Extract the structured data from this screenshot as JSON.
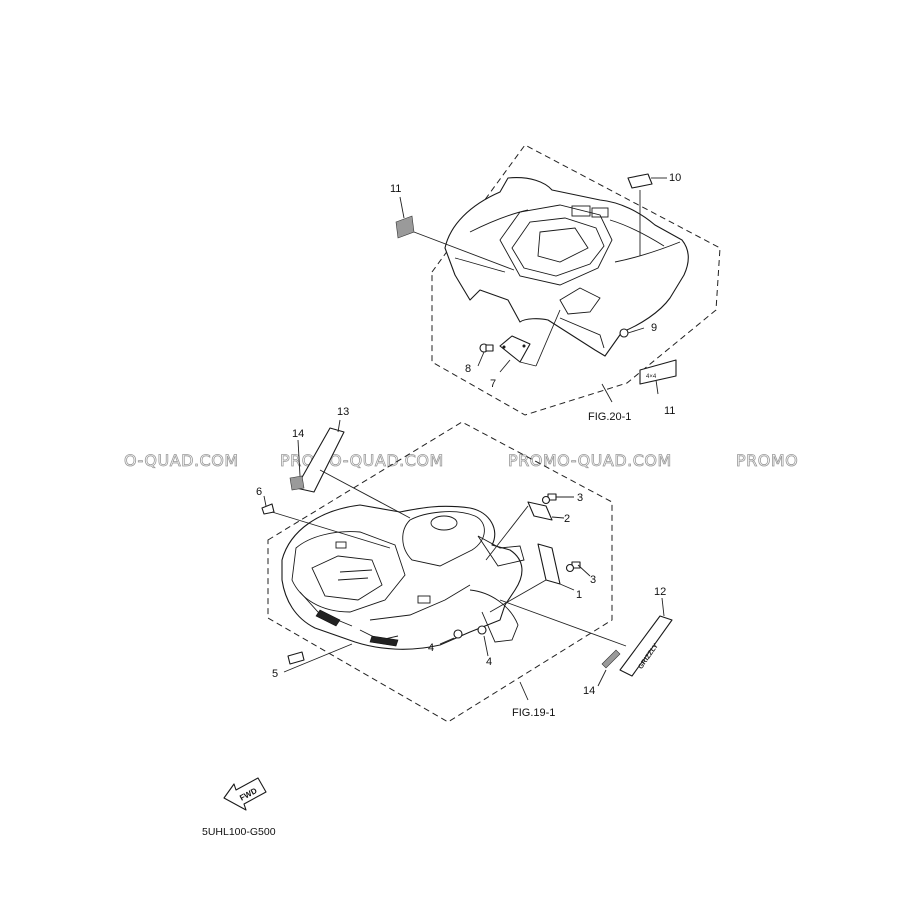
{
  "watermark": {
    "items": [
      "O-QUAD.COM",
      "PROMO-QUAD.COM",
      "PROMO-QUAD.COM",
      "PROMO"
    ]
  },
  "callouts": {
    "c1": "1",
    "c2": "2",
    "c3a": "3",
    "c3b": "3",
    "c4a": "4",
    "c4b": "4",
    "c5": "5",
    "c6": "6",
    "c7": "7",
    "c8": "8",
    "c9": "9",
    "c10": "10",
    "c11a": "11",
    "c11b": "11",
    "c12": "12",
    "c13": "13",
    "c14a": "14",
    "c14b": "14"
  },
  "figure_refs": {
    "rear": "FIG.20-1",
    "front": "FIG.19-1"
  },
  "fwd_label": "FWD",
  "drawing_code": "5UHL100-G500"
}
